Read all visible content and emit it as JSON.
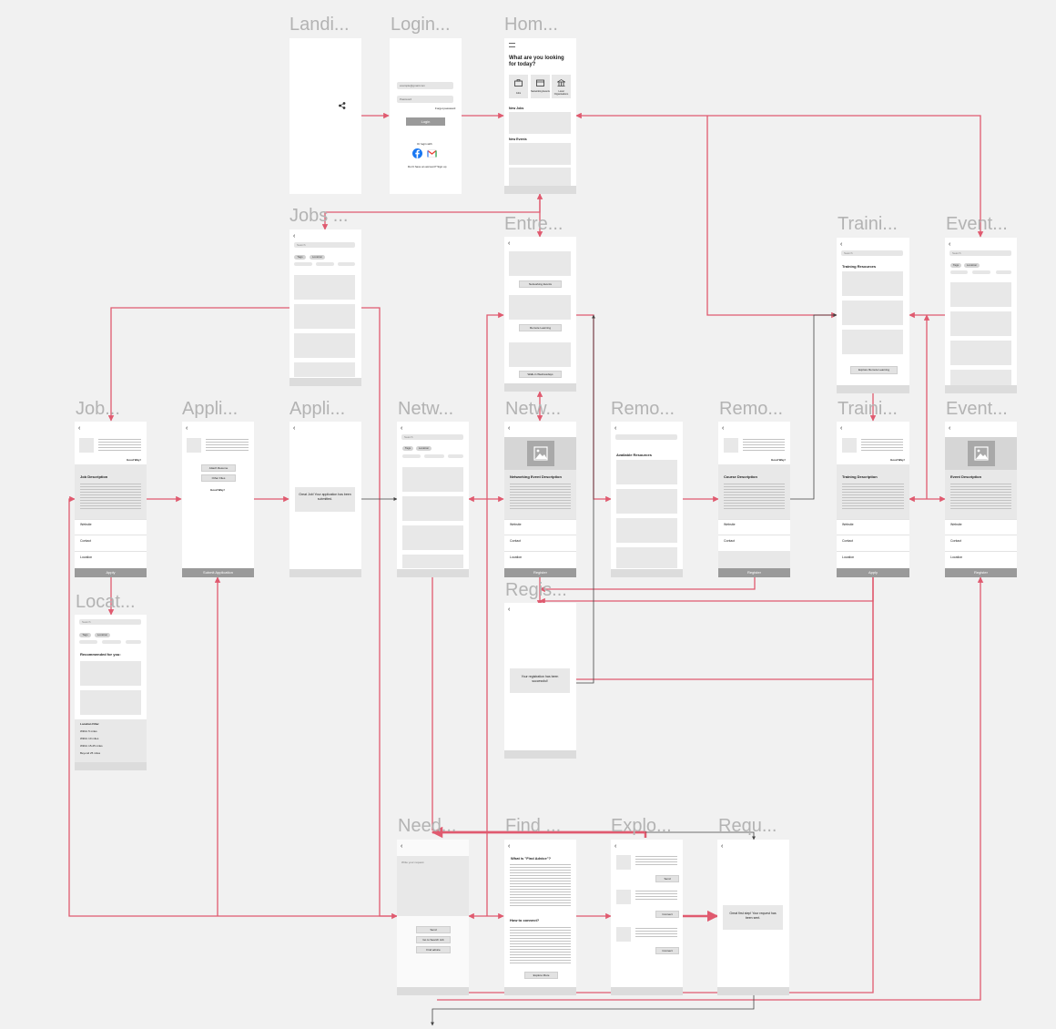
{
  "frames": {
    "landing": "Landi...",
    "login": "Login...",
    "home": "Hom...",
    "jobs_list": "Jobs ...",
    "entre": "Entre...",
    "training_list": "Traini...",
    "events_list": "Event...",
    "job_detail": "Job...",
    "application": "Appli...",
    "application_done": "Appli...",
    "network_list": "Netw...",
    "network_detail": "Netw...",
    "remote_list": "Remo...",
    "remote_detail": "Remo...",
    "training_detail": "Traini...",
    "event_detail": "Event...",
    "location": "Locat...",
    "register": "Regis...",
    "need": "Need...",
    "find": "Find ...",
    "explore": "Explo...",
    "request": "Requ..."
  },
  "login": {
    "email_placeholder": "example@gmail.com",
    "password_placeholder": "Password",
    "forgot": "Forgot password",
    "login_button": "Login",
    "or_login_with": "Or login with",
    "signup": "Don't have an account? Sign up"
  },
  "home": {
    "heading": "What are you looking for today?",
    "categories": [
      "Jobs",
      "Networking Events",
      "Local Organisations"
    ],
    "new_jobs": "New Jobs",
    "new_events": "New Events"
  },
  "common": {
    "search": "Search",
    "filter_tags": [
      "Tags",
      "Location"
    ],
    "back": "‹",
    "contact": "Contact",
    "website": "Website",
    "location": "Location",
    "good_way": "Good Way!"
  },
  "entre": {
    "buttons": [
      "Networking Events",
      "Remote Learning",
      "Walk-in Wednesdays"
    ]
  },
  "training": {
    "resources_heading": "Training Resources",
    "explore_button": "Explore Remote Learning",
    "description": "Training Description",
    "apply": "Apply"
  },
  "jobs": {
    "description": "Job Description",
    "apply": "Apply"
  },
  "application": {
    "attach_resume": "Attach Resume",
    "other_files": "Other Files",
    "submit": "Submit Application",
    "done_message": "Great Job! Your application has been submitted."
  },
  "network": {
    "description": "Networking Event Description",
    "register": "Register"
  },
  "remote": {
    "available": "Available Resources",
    "course_description": "Course Description",
    "register": "Register"
  },
  "event": {
    "description": "Event Description",
    "register": "Register"
  },
  "location": {
    "recommended": "Recommended for you:",
    "filter_heading": "Location Filter",
    "filters": [
      "Within 5 miles",
      "Within 10 miles",
      "Within 15-25 miles",
      "Beyond 25 miles"
    ]
  },
  "register": {
    "message": "Your registration has been successful!"
  },
  "need": {
    "input_placeholder": "Write your request",
    "buttons": [
      "Send",
      "Go to Search Job",
      "Find advice"
    ]
  },
  "find": {
    "heading": "What is \"Find Advice\"?",
    "subheading": "How to connect?",
    "explore_button": "Explore More"
  },
  "explore": {
    "buttons": [
      "Send",
      "Connect",
      "Connect"
    ]
  },
  "request": {
    "message": "Great first step! Your request has been sent."
  },
  "colors": {
    "canvas": "#f1f1f1",
    "connector": "#e05a6f",
    "title": "#b3b3b3",
    "frame": "#ffffff"
  }
}
